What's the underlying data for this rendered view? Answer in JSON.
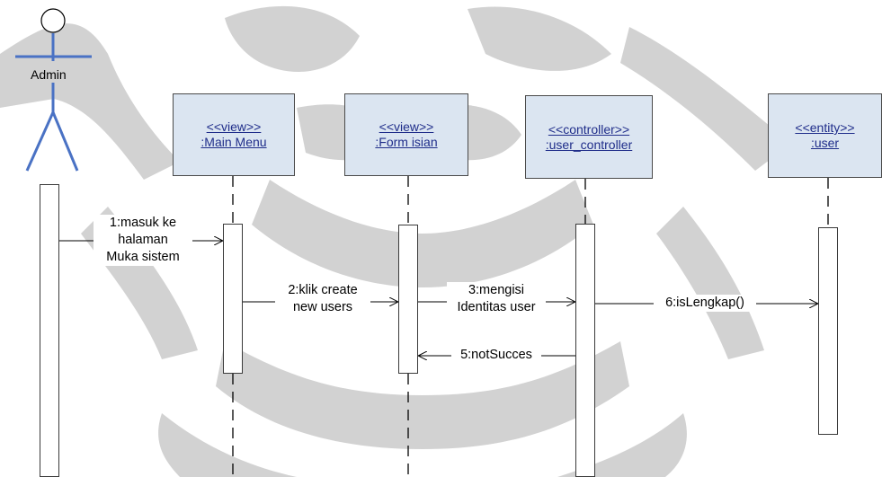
{
  "actor": {
    "name": "Admin"
  },
  "lifelines": [
    {
      "stereotype": "<<view>>",
      "name": ":Main Menu"
    },
    {
      "stereotype": "<<view>>",
      "name": ":Form isian"
    },
    {
      "stereotype": "<<controller>>",
      "name": ":user_controller"
    },
    {
      "stereotype": "<<entity>>",
      "name": ":user"
    }
  ],
  "messages": [
    {
      "line1": "1:masuk ke",
      "line2": "halaman",
      "line3": "Muka sistem"
    },
    {
      "line1": "2:klik create",
      "line2": "new users"
    },
    {
      "line1": "3:mengisi",
      "line2": "Identitas user"
    },
    {
      "line1": "5:notSucces"
    },
    {
      "line1": "6:isLengkap()"
    }
  ],
  "colors": {
    "box_fill": "#dbe5f1",
    "actor": "#4a72c4",
    "watermark": "#cfcfcf",
    "text_link": "#1f2d8a"
  }
}
